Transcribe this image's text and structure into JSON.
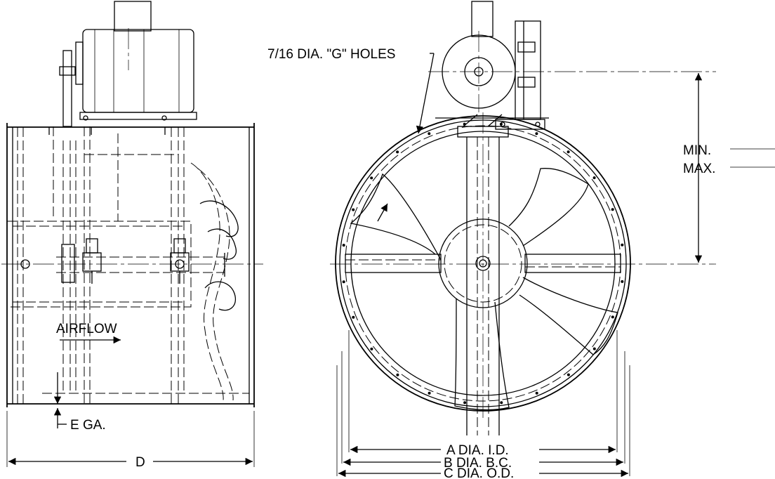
{
  "labels": {
    "holes": "7/16 DIA. \"G\" HOLES",
    "min": "MIN.",
    "max": "MAX.",
    "airflow": "AIRFLOW",
    "gauge": "E GA.",
    "depth": "D",
    "dim_a": "A DIA. I.D.",
    "dim_b": "B DIA. B.C.",
    "dim_c": "C DIA. O.D."
  },
  "colors": {
    "line": "#000000",
    "background": "#ffffff"
  }
}
